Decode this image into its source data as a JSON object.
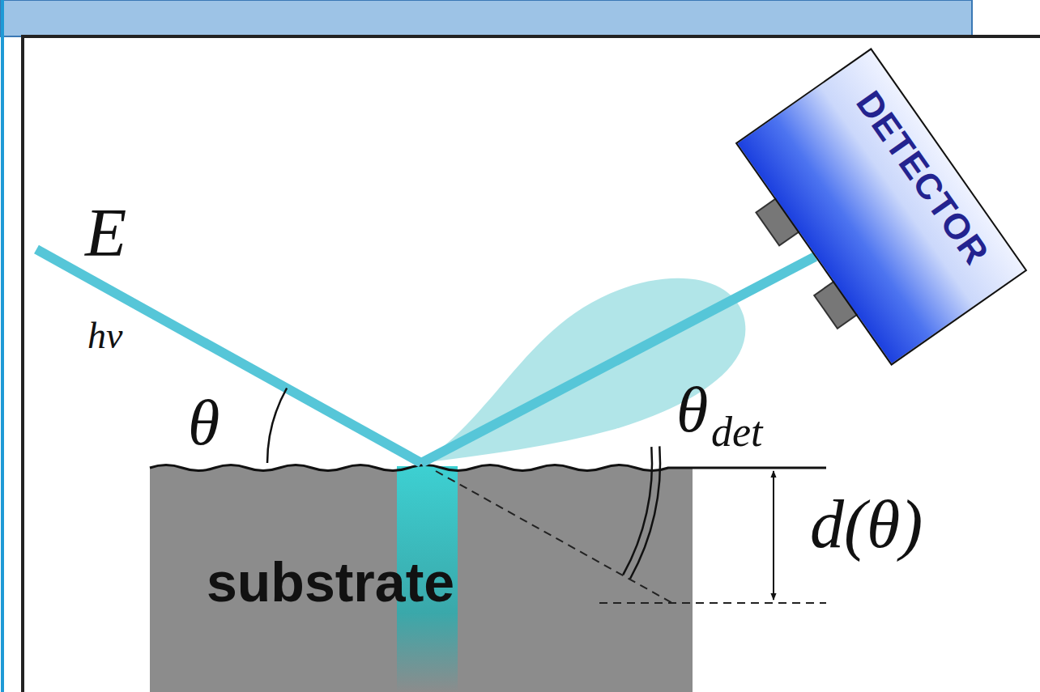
{
  "diagram": {
    "nodes": [
      {
        "text": [
          "substrate"
        ]
      },
      {
        "text": [
          "DETECTOR"
        ]
      }
    ],
    "edges": [
      {
        "from": 0,
        "to": 1,
        "arrow": "none"
      }
    ],
    "labels": [
      "E",
      "hν",
      "θ",
      "θ",
      "det",
      "d(θ)"
    ]
  }
}
